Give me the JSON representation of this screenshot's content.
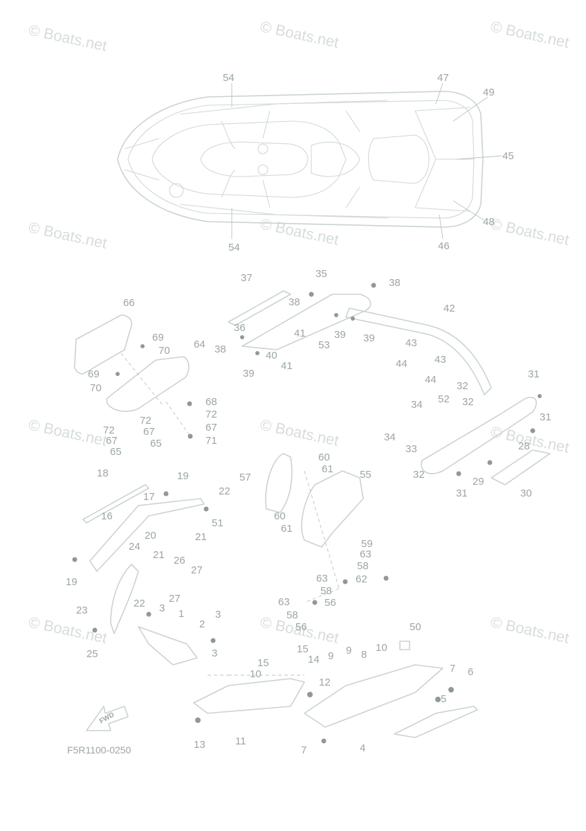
{
  "watermark": "© Boats.net",
  "diagram_code": "F5R1100-0250",
  "fwd_label": "FWD",
  "callouts": {
    "c1": "1",
    "c2": "2",
    "c3a": "3",
    "c3b": "3",
    "c3c": "3",
    "c4": "4",
    "c5": "5",
    "c6": "6",
    "c7a": "7",
    "c7b": "7",
    "c8": "8",
    "c9a": "9",
    "c9b": "9",
    "c10a": "10",
    "c10b": "10",
    "c11": "11",
    "c12": "12",
    "c13": "13",
    "c14": "14",
    "c15a": "15",
    "c15b": "15",
    "c16": "16",
    "c17": "17",
    "c18": "18",
    "c19a": "19",
    "c19b": "19",
    "c20": "20",
    "c21a": "21",
    "c21b": "21",
    "c22a": "22",
    "c22b": "22",
    "c23": "23",
    "c24": "24",
    "c25": "25",
    "c26": "26",
    "c27a": "27",
    "c27b": "27",
    "c28": "28",
    "c29": "29",
    "c30": "30",
    "c31a": "31",
    "c31b": "31",
    "c31c": "31",
    "c32a": "32",
    "c32b": "32",
    "c32c": "32",
    "c33": "33",
    "c34a": "34",
    "c34b": "34",
    "c35": "35",
    "c36": "36",
    "c37": "37",
    "c38a": "38",
    "c38b": "38",
    "c38c": "38",
    "c39a": "39",
    "c39b": "39",
    "c39c": "39",
    "c40": "40",
    "c41a": "41",
    "c41b": "41",
    "c42": "42",
    "c43a": "43",
    "c43b": "43",
    "c44a": "44",
    "c44b": "44",
    "c45": "45",
    "c46": "46",
    "c47": "47",
    "c48": "48",
    "c49": "49",
    "c50": "50",
    "c51": "51",
    "c52": "52",
    "c53": "53",
    "c54a": "54",
    "c54b": "54",
    "c55": "55",
    "c56a": "56",
    "c56b": "56",
    "c57": "57",
    "c58a": "58",
    "c58b": "58",
    "c58c": "58",
    "c59": "59",
    "c60a": "60",
    "c60b": "60",
    "c61a": "61",
    "c61b": "61",
    "c62": "62",
    "c63a": "63",
    "c63b": "63",
    "c63c": "63",
    "c64": "64",
    "c65a": "65",
    "c65b": "65",
    "c66": "66",
    "c67a": "67",
    "c67b": "67",
    "c67c": "67",
    "c68": "68",
    "c69a": "69",
    "c69b": "69",
    "c70a": "70",
    "c70b": "70",
    "c71": "71",
    "c72a": "72",
    "c72b": "72",
    "c72c": "72"
  }
}
